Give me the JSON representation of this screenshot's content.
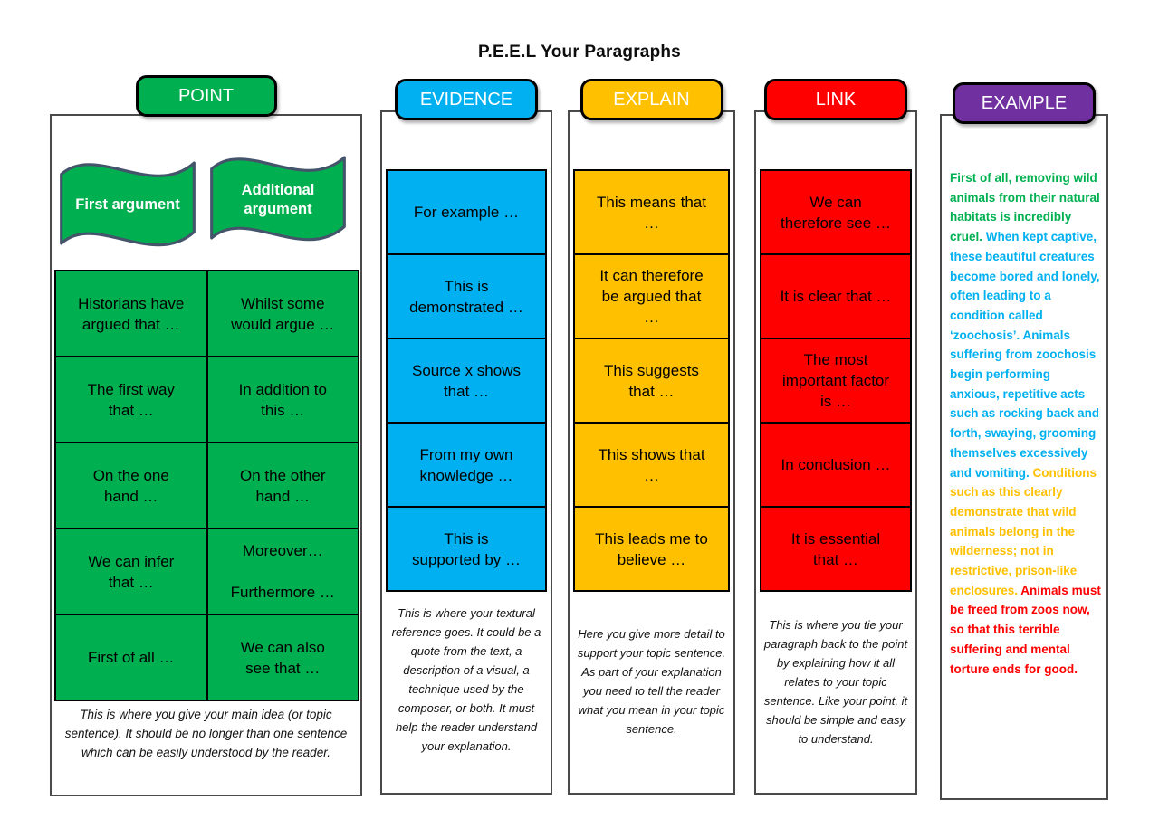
{
  "title": "P.E.E.L Your Paragraphs",
  "colors": {
    "green": "#00B050",
    "blue": "#00B0F0",
    "yellow": "#FFC000",
    "red": "#FF0000",
    "purple": "#7030A0",
    "flag_border": "#44546A"
  },
  "columns": {
    "point": {
      "header": "POINT",
      "flags": [
        "First argument",
        "Additional\nargument"
      ],
      "table": [
        [
          "Historians have\nargued that …",
          "Whilst some\nwould argue …"
        ],
        [
          "The first way\nthat …",
          "In addition to\nthis …"
        ],
        [
          "On the one\nhand …",
          "On the other\nhand …"
        ],
        [
          "We can infer\nthat …",
          "Moreover…\n\nFurthermore …"
        ],
        [
          "First of all …",
          "We can also\nsee that …"
        ]
      ],
      "footer": "This is where you give your main idea (or topic sentence). It should be no longer than one sentence which can be easily understood by the reader."
    },
    "evidence": {
      "header": "EVIDENCE",
      "cells": [
        "For example …",
        "This is\ndemonstrated …",
        "Source x shows\nthat …",
        "From my own\nknowledge …",
        "This is\nsupported by …"
      ],
      "footer": "This is where your textural reference goes. It could be a quote from the text, a description of a visual, a technique used by the composer, or both. It must help the reader understand your explanation."
    },
    "explain": {
      "header": "EXPLAIN",
      "cells": [
        "This means that\n…",
        "It can therefore\nbe argued that\n…",
        "This suggests\nthat …",
        "This shows that\n…",
        "This leads me to\nbelieve …"
      ],
      "footer": "Here you give more detail to support your topic sentence. As part of your explanation you need to tell the reader what you mean in your topic sentence."
    },
    "link": {
      "header": "LINK",
      "cells": [
        "We can\ntherefore see …",
        "It is clear that …",
        "The most\nimportant factor\nis …",
        "In conclusion …",
        "It is essential\nthat …"
      ],
      "footer": "This is where you tie your paragraph back to the point by explaining how it all relates to your topic sentence. Like your point, it should be simple and easy to understand."
    },
    "example": {
      "header": "EXAMPLE",
      "segments": [
        {
          "color": "#00B050",
          "text": "First of all, removing wild animals from their natural habitats is incredibly cruel. "
        },
        {
          "color": "#00B0F0",
          "text": "When kept captive, these beautiful creatures become bored and lonely, often leading to a condition called ‘zoochosis’. Animals suffering from zoochosis begin performing anxious, repetitive acts such as rocking back and forth, swaying, grooming themselves excessively and vomiting. "
        },
        {
          "color": "#FFC000",
          "text": "Conditions such as this clearly demonstrate that wild animals belong in the wilderness; not in restrictive, prison-like enclosures. "
        },
        {
          "color": "#FF0000",
          "text": "Animals must be freed from zoos now, so that this terrible suffering and mental torture ends for good."
        }
      ]
    }
  }
}
